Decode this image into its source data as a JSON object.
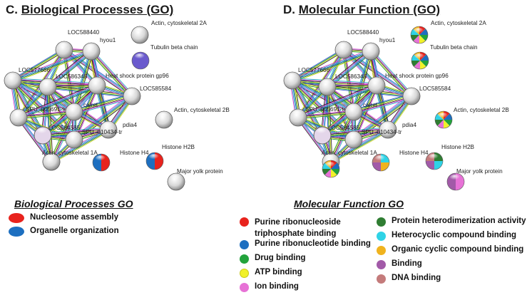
{
  "panel_c": {
    "title_prefix": "C. ",
    "title_main": "Biological Processes (GO)",
    "legend_title": "Biological Processes GO",
    "legend": [
      {
        "label": "Nucleosome assembly",
        "color": "#e8231d"
      },
      {
        "label": "Organelle organization",
        "color": "#1d6fc0"
      }
    ]
  },
  "panel_d": {
    "title_prefix": "D. ",
    "title_main": "Molecular Function (GO)",
    "legend_title": "Molecular Function GO",
    "legend_left": [
      {
        "label": "Purine ribonucleoside triphosphate binding",
        "color": "#e8231d"
      },
      {
        "label": "Purine ribonucleotide binding",
        "color": "#1d6fc0"
      },
      {
        "label": "Drug binding",
        "color": "#22a33c"
      },
      {
        "label": "ATP binding",
        "color": "#f1f12a"
      },
      {
        "label": "Ion binding",
        "color": "#e772d6"
      }
    ],
    "legend_right": [
      {
        "label": "Protein heterodimerization activity",
        "color": "#2f7d32"
      },
      {
        "label": "Heterocyclic compound binding",
        "color": "#2fd3e6"
      },
      {
        "label": "Organic cyclic compound binding",
        "color": "#f0b31e"
      },
      {
        "label": "Binding",
        "color": "#a25aa8"
      },
      {
        "label": "DNA binding",
        "color": "#c47b7b"
      }
    ]
  },
  "network": {
    "nodes": [
      {
        "id": "LOC588440",
        "label": "LOC588440"
      },
      {
        "id": "hyou1",
        "label": "hyou1"
      },
      {
        "id": "LOC577666",
        "label": "LOC577666"
      },
      {
        "id": "LOC586348",
        "label": "LOC586348"
      },
      {
        "id": "HSP",
        "label": "Heat shock protein gp96"
      },
      {
        "id": "LOC585584",
        "label": "LOC585584"
      },
      {
        "id": "SPU_005691",
        "label": "SPU_005691-tr"
      },
      {
        "id": "calret",
        "label": "calret"
      },
      {
        "id": "LOC584585",
        "label": "LOC584585"
      },
      {
        "id": "SPU_010434",
        "label": "SPU_010434-tr"
      },
      {
        "id": "pdia4",
        "label": "pdia4"
      },
      {
        "id": "Actin1A",
        "label": "Actin, cytoskeletal 1A"
      },
      {
        "id": "H4",
        "label": "Histone H4"
      },
      {
        "id": "H2B",
        "label": "Histone H2B"
      },
      {
        "id": "Actin2A",
        "label": "Actin, cytoskeletal 2A"
      },
      {
        "id": "Tubulin",
        "label": "Tubulin beta chain"
      },
      {
        "id": "Actin2B",
        "label": "Actin, cytoskeletal 2B"
      },
      {
        "id": "Yolk",
        "label": "Major yolk protein"
      },
      {
        "id": "extra",
        "label": ""
      }
    ]
  }
}
